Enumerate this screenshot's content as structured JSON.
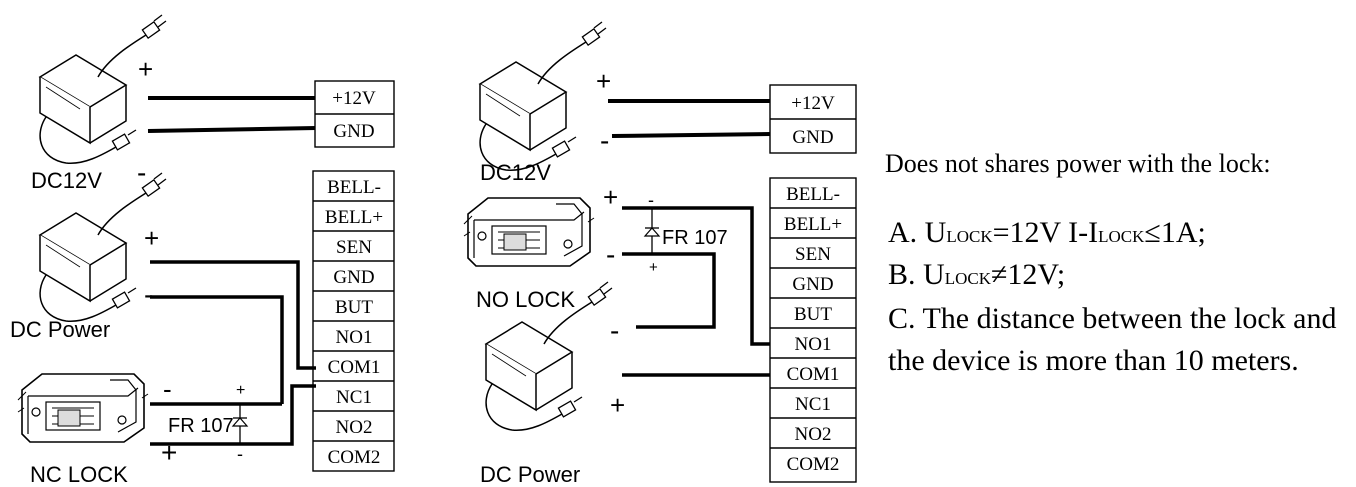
{
  "left": {
    "supply_top": {
      "label": "DC12V",
      "plus": "+",
      "minus": "-"
    },
    "terminals_top": [
      "+12V",
      "GND"
    ],
    "supply_bottom": {
      "label": "DC Power",
      "plus": "+",
      "minus": "-"
    },
    "terminals_bottom": [
      "BELL-",
      "BELL+",
      "SEN",
      "GND",
      "BUT",
      "NO1",
      "COM1",
      "NC1",
      "NO2",
      "COM2"
    ],
    "lock": {
      "label": "NC  LOCK",
      "plus": "+",
      "minus": "-"
    },
    "diode": {
      "label": "FR 107",
      "plus": "+",
      "minus": "-"
    }
  },
  "right": {
    "supply_top": {
      "label": "DC12V",
      "plus": "+",
      "minus": "-"
    },
    "terminals_top": [
      "+12V",
      "GND"
    ],
    "lock": {
      "label": "NO  LOCK",
      "plus": "+",
      "minus": "-"
    },
    "diode": {
      "label": "FR 107",
      "plus": "+",
      "minus": "-"
    },
    "terminals_bottom": [
      "BELL-",
      "BELL+",
      "SEN",
      "GND",
      "BUT",
      "NO1",
      "COM1",
      "NC1",
      "NO2",
      "COM2"
    ],
    "supply_bottom": {
      "label": "DC Power",
      "plus": "+",
      "minus": "-"
    }
  },
  "notes": {
    "heading": "Does not shares power with the lock:",
    "a": {
      "prefix": "A. U",
      "sub1": "LOCK",
      "mid": "=12V   I-I",
      "sub2": "LOCK",
      "suffix": "≤1A;"
    },
    "b": {
      "prefix": "B.  U",
      "sub": "LOCK",
      "suffix": "≠12V;"
    },
    "c": "C. The distance between the lock and",
    "d": "the  device is more than 10 meters."
  }
}
